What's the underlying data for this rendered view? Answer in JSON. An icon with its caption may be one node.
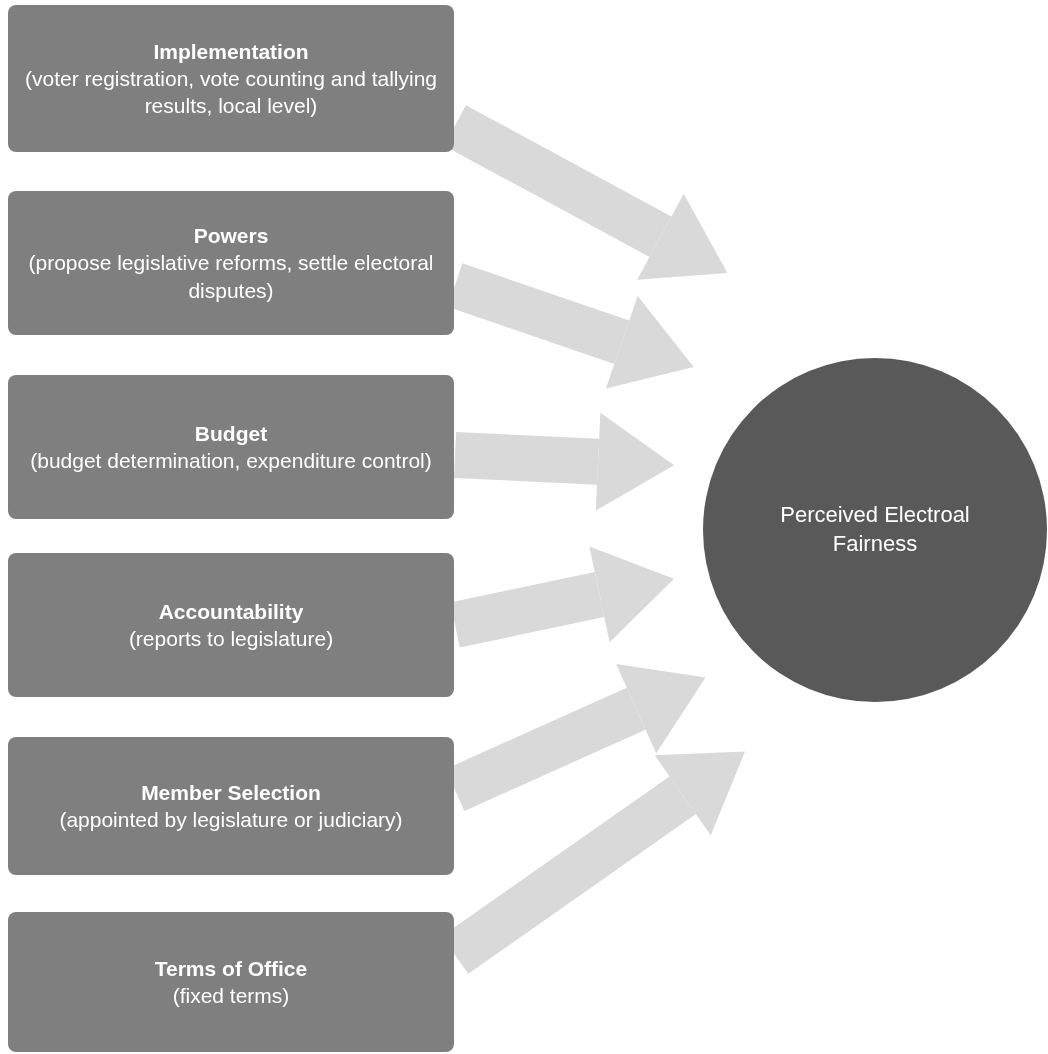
{
  "diagram": {
    "nodes": [
      {
        "text": [
          "Implementation",
          "(voter registration, vote counting and tallying results, local level)"
        ]
      },
      {
        "text": [
          "Powers",
          "(propose legislative reforms, settle electoral disputes)"
        ]
      },
      {
        "text": [
          "Budget",
          "(budget determination, expenditure control)"
        ]
      },
      {
        "text": [
          "Accountability",
          "(reports to legislature)"
        ]
      },
      {
        "text": [
          "Member Selection",
          "(appointed by legislature or judiciary)"
        ]
      },
      {
        "text": [
          "Terms of Office",
          "(fixed terms)"
        ]
      },
      {
        "text": [
          "Perceived Electroal Fairness"
        ]
      }
    ],
    "edges": [
      {
        "from": 0,
        "to": 6,
        "arrow": "to"
      },
      {
        "from": 1,
        "to": 6,
        "arrow": "to"
      },
      {
        "from": 2,
        "to": 6,
        "arrow": "to"
      },
      {
        "from": 3,
        "to": 6,
        "arrow": "to"
      },
      {
        "from": 4,
        "to": 6,
        "arrow": "to"
      },
      {
        "from": 5,
        "to": 6,
        "arrow": "to"
      }
    ]
  }
}
